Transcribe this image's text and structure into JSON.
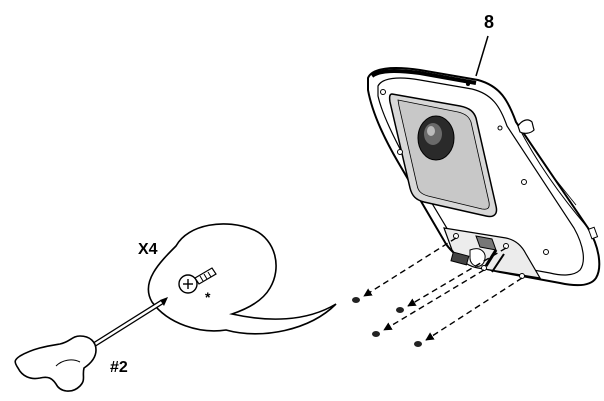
{
  "diagram": {
    "part_number": "8",
    "screw_quantity": "X4",
    "screw_note": "*",
    "screwdriver_size": "#2"
  }
}
